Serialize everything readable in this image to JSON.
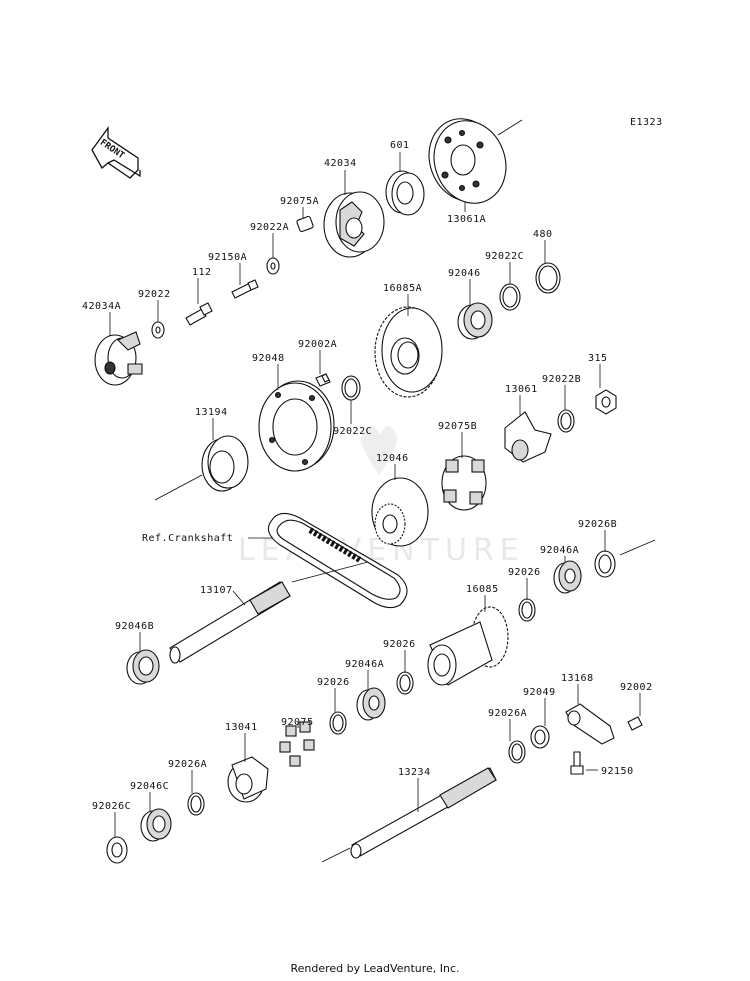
{
  "diagram_code": "E1323",
  "front_label": "FRONT",
  "watermark": "LEADVENTURE",
  "footer": "Rendered by LeadVenture, Inc.",
  "crankshaft_ref": "Ref.Crankshaft",
  "labels": {
    "p601": "601",
    "p13061A": "13061A",
    "p42034": "42034",
    "p92075A": "92075A",
    "p92022A": "92022A",
    "p92150A": "92150A",
    "p112": "112",
    "p92022": "92022",
    "p42034A": "42034A",
    "p480": "480",
    "p92022C_top": "92022C",
    "p92046": "92046",
    "p16085A": "16085A",
    "p92048": "92048",
    "p92002A": "92002A",
    "p92022C_mid": "92022C",
    "p315": "315",
    "p13061": "13061",
    "p92022B": "92022B",
    "p13194": "13194",
    "p12046": "12046",
    "p92075B": "92075B",
    "p92026B": "92026B",
    "p92046A_r": "92046A",
    "p92026_r": "92026",
    "p16085": "16085",
    "p13107": "13107",
    "p92046B": "92046B",
    "p92026_m": "92026",
    "p92046A_m": "92046A",
    "p92026_l": "92026",
    "p92075": "92075",
    "p13041": "13041",
    "p92026A_l": "92026A",
    "p92046C": "92046C",
    "p92026C_bot": "92026C",
    "p13168": "13168",
    "p92002": "92002",
    "p92049": "92049",
    "p92026A_r": "92026A",
    "p92150": "92150",
    "p13234": "13234"
  }
}
